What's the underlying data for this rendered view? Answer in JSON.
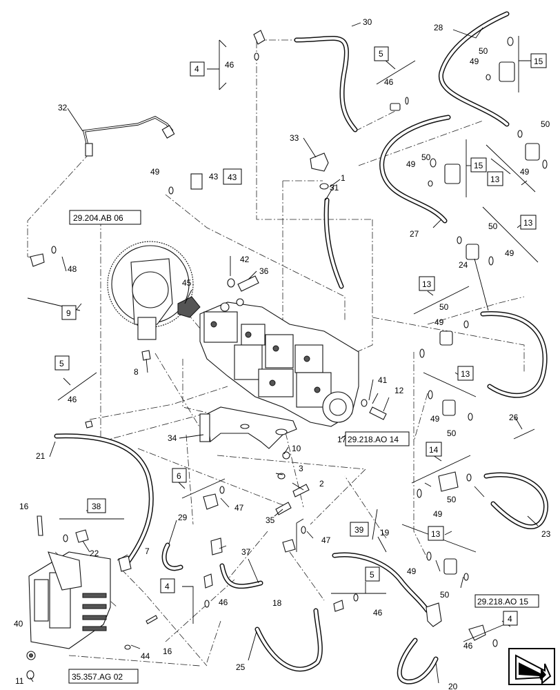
{
  "callouts": [
    "1",
    "2",
    "3",
    "4",
    "5",
    "6",
    "7",
    "8",
    "9",
    "10",
    "11",
    "12",
    "13",
    "14",
    "15",
    "16",
    "17",
    "18",
    "19",
    "20",
    "21",
    "22",
    "23",
    "24",
    "25",
    "26",
    "27",
    "28",
    "29",
    "30",
    "31",
    "32",
    "33",
    "34",
    "35",
    "36",
    "37",
    "38",
    "39",
    "40",
    "41",
    "42",
    "43",
    "44",
    "45",
    "46",
    "47",
    "48",
    "49",
    "50"
  ],
  "refs": {
    "r_29204AB06": "29.204.AB 06",
    "r_29218AO14": "29.218.AO 14",
    "r_29218AO15": "29.218.AO 15",
    "r_35357AG02": "35.357.AG 02"
  }
}
